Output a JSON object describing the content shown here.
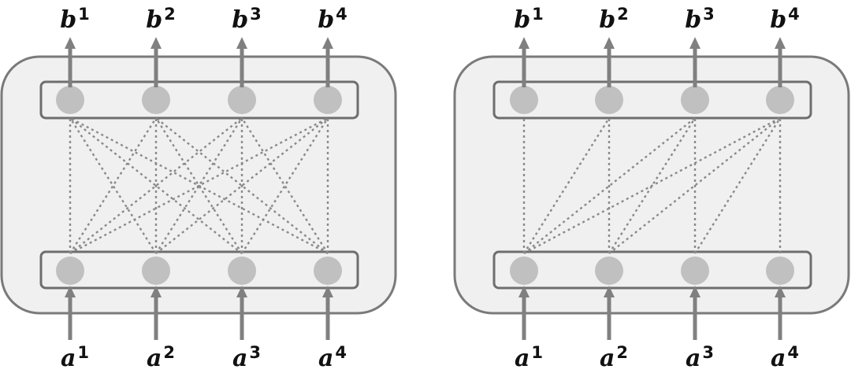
{
  "panels": [
    {
      "id": "fully-connected",
      "inputs": [
        {
          "base": "a",
          "sup": "1"
        },
        {
          "base": "a",
          "sup": "2"
        },
        {
          "base": "a",
          "sup": "3"
        },
        {
          "base": "a",
          "sup": "4"
        }
      ],
      "outputs": [
        {
          "base": "b",
          "sup": "1"
        },
        {
          "base": "b",
          "sup": "2"
        },
        {
          "base": "b",
          "sup": "3"
        },
        {
          "base": "b",
          "sup": "4"
        }
      ],
      "connections": [
        [
          1,
          1
        ],
        [
          1,
          2
        ],
        [
          1,
          3
        ],
        [
          1,
          4
        ],
        [
          2,
          1
        ],
        [
          2,
          2
        ],
        [
          2,
          3
        ],
        [
          2,
          4
        ],
        [
          3,
          1
        ],
        [
          3,
          2
        ],
        [
          3,
          3
        ],
        [
          3,
          4
        ],
        [
          4,
          1
        ],
        [
          4,
          2
        ],
        [
          4,
          3
        ],
        [
          4,
          4
        ]
      ]
    },
    {
      "id": "causal",
      "inputs": [
        {
          "base": "a",
          "sup": "1"
        },
        {
          "base": "a",
          "sup": "2"
        },
        {
          "base": "a",
          "sup": "3"
        },
        {
          "base": "a",
          "sup": "4"
        }
      ],
      "outputs": [
        {
          "base": "b",
          "sup": "1"
        },
        {
          "base": "b",
          "sup": "2"
        },
        {
          "base": "b",
          "sup": "3"
        },
        {
          "base": "b",
          "sup": "4"
        }
      ],
      "connections": [
        [
          1,
          1
        ],
        [
          1,
          2
        ],
        [
          1,
          3
        ],
        [
          1,
          4
        ],
        [
          2,
          2
        ],
        [
          2,
          3
        ],
        [
          2,
          4
        ],
        [
          3,
          3
        ],
        [
          3,
          4
        ],
        [
          4,
          4
        ]
      ]
    }
  ]
}
